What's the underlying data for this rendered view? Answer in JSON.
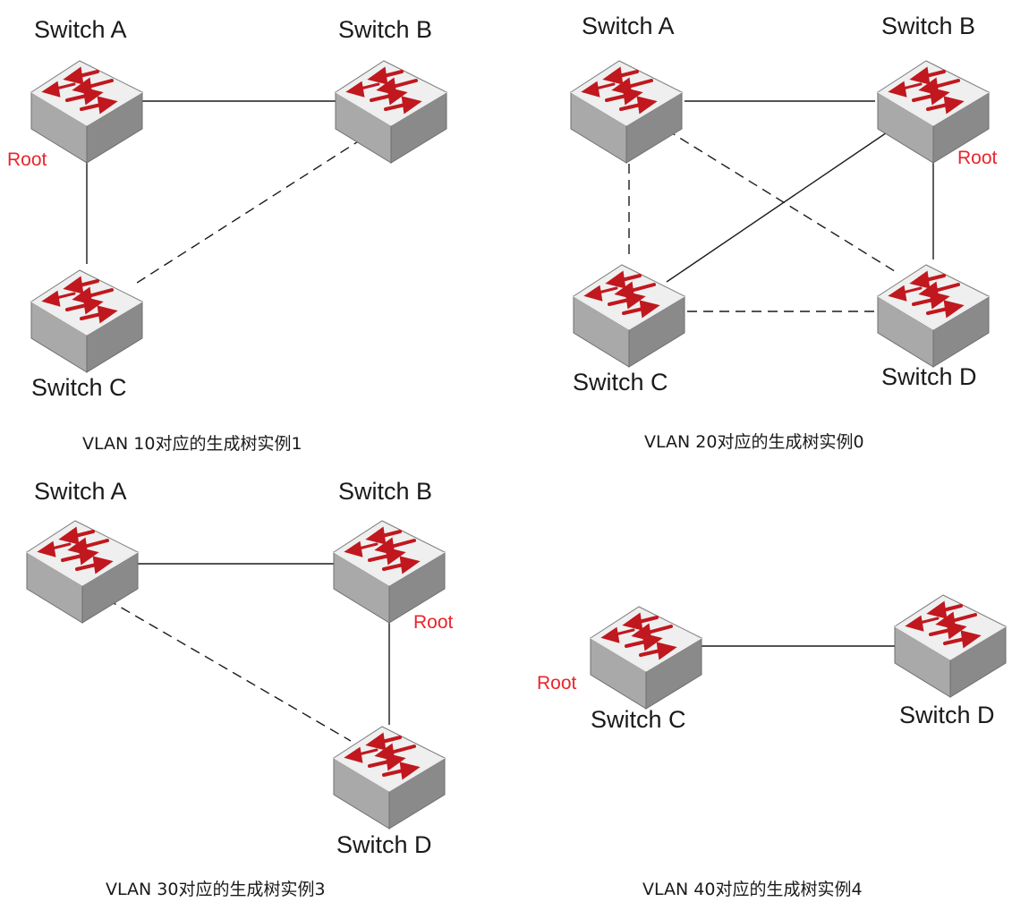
{
  "colors": {
    "root": "#e8262c",
    "arrow": "#c0181e",
    "text": "#1a1a1a",
    "switch_top": "#f2f2f2",
    "switch_side": "#9c9c9c"
  },
  "icons": {
    "switch": "network-switch-icon"
  },
  "panels": [
    {
      "caption": "VLAN 10对应的生成树实例1",
      "root_label": "Root",
      "switches": [
        {
          "id": "A",
          "label": "Switch A"
        },
        {
          "id": "B",
          "label": "Switch B"
        },
        {
          "id": "C",
          "label": "Switch C"
        }
      ],
      "links": [
        {
          "from": "A",
          "to": "B",
          "style": "solid"
        },
        {
          "from": "A",
          "to": "C",
          "style": "solid"
        },
        {
          "from": "B",
          "to": "C",
          "style": "dashed"
        }
      ]
    },
    {
      "caption": "VLAN 20对应的生成树实例0",
      "root_label": "Root",
      "switches": [
        {
          "id": "A",
          "label": "Switch A"
        },
        {
          "id": "B",
          "label": "Switch B"
        },
        {
          "id": "C",
          "label": "Switch C"
        },
        {
          "id": "D",
          "label": "Switch D"
        }
      ],
      "links": [
        {
          "from": "A",
          "to": "B",
          "style": "solid"
        },
        {
          "from": "B",
          "to": "D",
          "style": "solid"
        },
        {
          "from": "B",
          "to": "C",
          "style": "solid"
        },
        {
          "from": "A",
          "to": "C",
          "style": "dashed"
        },
        {
          "from": "A",
          "to": "D",
          "style": "dashed"
        },
        {
          "from": "C",
          "to": "D",
          "style": "dashed"
        }
      ]
    },
    {
      "caption": "VLAN 30对应的生成树实例3",
      "root_label": "Root",
      "switches": [
        {
          "id": "A",
          "label": "Switch A"
        },
        {
          "id": "B",
          "label": "Switch B"
        },
        {
          "id": "D",
          "label": "Switch D"
        }
      ],
      "links": [
        {
          "from": "A",
          "to": "B",
          "style": "solid"
        },
        {
          "from": "B",
          "to": "D",
          "style": "solid"
        },
        {
          "from": "A",
          "to": "D",
          "style": "dashed"
        }
      ]
    },
    {
      "caption": "VLAN 40对应的生成树实例4",
      "root_label": "Root",
      "switches": [
        {
          "id": "C",
          "label": "Switch C"
        },
        {
          "id": "D",
          "label": "Switch D"
        }
      ],
      "links": [
        {
          "from": "C",
          "to": "D",
          "style": "solid"
        }
      ]
    }
  ]
}
